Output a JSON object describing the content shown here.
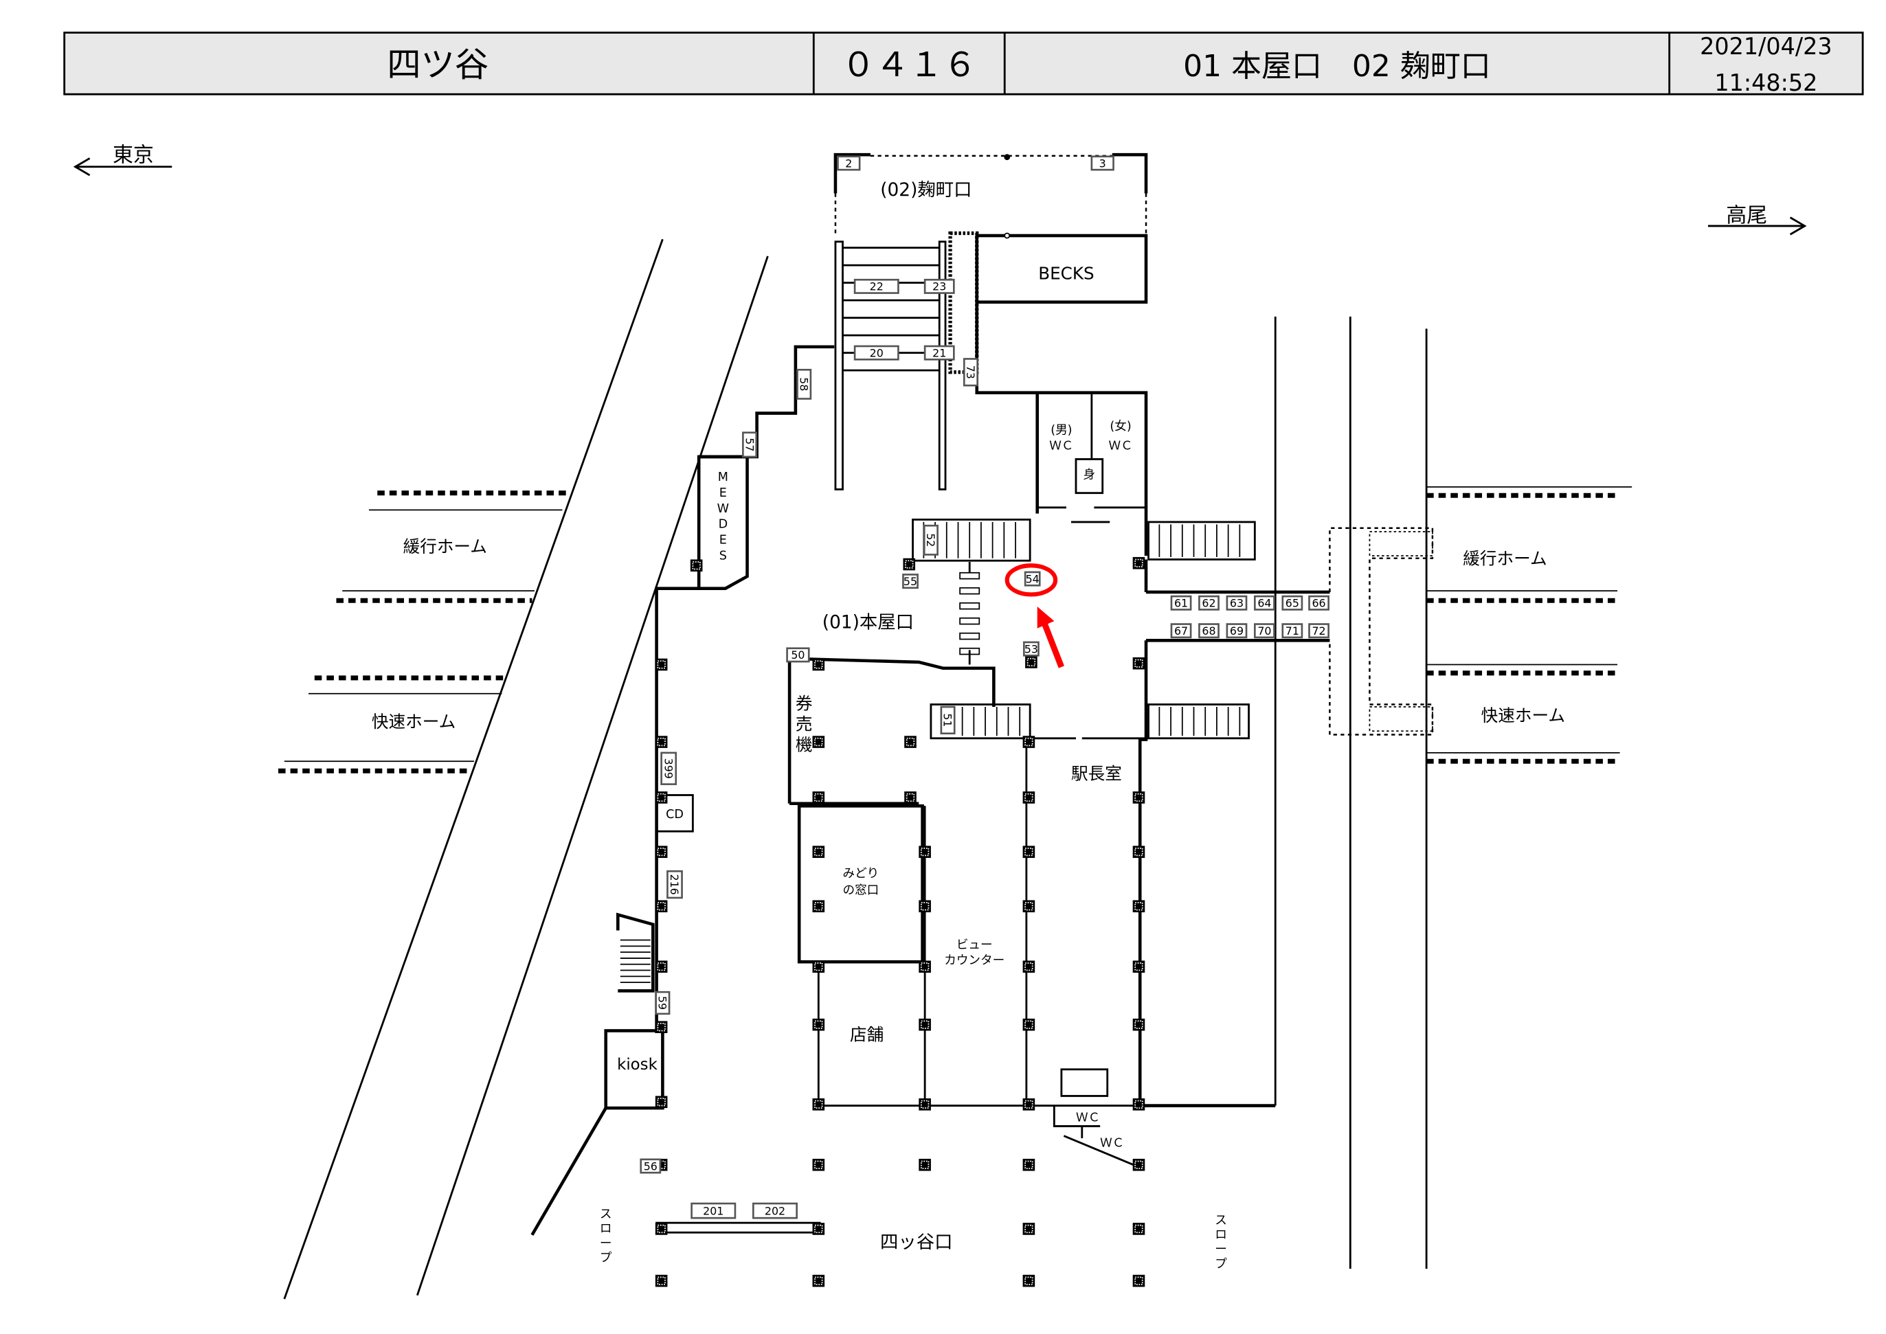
{
  "header": {
    "station": "四ツ谷",
    "code": "０４１６",
    "exits": "01 本屋口　02 麹町口",
    "date": "2021/04/23",
    "time": "11:48:52"
  },
  "directions": {
    "left": "東京",
    "right": "高尾"
  },
  "platforms": {
    "left_local": "緩行ホーム",
    "left_rapid": "快速ホーム",
    "right_local": "緩行ホーム",
    "right_rapid": "快速ホーム"
  },
  "labels": {
    "kojimachi_exit": "(02)麹町口",
    "becks": "BECKS",
    "wc_men_1": "(男)",
    "wc_men_2": "ＷＣ",
    "wc_women_1": "(女)",
    "wc_women_2": "ＷＣ",
    "accessible": "身",
    "mewdes": [
      "M",
      "E",
      "W",
      "D",
      "E",
      "S"
    ],
    "main_exit": "(01)本屋口",
    "ticket_machines": [
      "券",
      "売",
      "機"
    ],
    "station_master": "駅長室",
    "cd": "CD",
    "midori_1": "みどり",
    "midori_2": "の窓口",
    "view_1": "ビュー",
    "view_2": "カウンター",
    "shop": "店舗",
    "kiosk": "kiosk",
    "wc_1": "ＷＣ",
    "wc_2": "ＷＣ",
    "yotsuya_exit": "四ッ谷口",
    "slope": [
      "ス",
      "ロ",
      "ー",
      "プ"
    ]
  },
  "ad_boards": [
    "2",
    "3",
    "22",
    "23",
    "20",
    "21",
    "73",
    "58",
    "57",
    "52",
    "55",
    "54",
    "53",
    "50",
    "51",
    "61",
    "62",
    "63",
    "64",
    "65",
    "66",
    "67",
    "68",
    "69",
    "70",
    "71",
    "72",
    "399",
    "216",
    "59",
    "56",
    "201",
    "202"
  ],
  "highlight": {
    "board": "54",
    "color": "#ff0000"
  }
}
